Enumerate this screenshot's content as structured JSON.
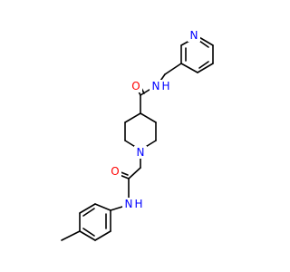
{
  "molecule": {
    "atoms": [
      {
        "id": "N_py",
        "label": "N",
        "color": "#0000ff"
      },
      {
        "id": "N_amide1",
        "label": "N",
        "color": "#0000ff"
      },
      {
        "id": "H_amide1",
        "label": "H",
        "color": "#0000ff"
      },
      {
        "id": "O_1",
        "label": "O",
        "color": "#ff0000"
      },
      {
        "id": "N_pip",
        "label": "N",
        "color": "#0000ff"
      },
      {
        "id": "O_2",
        "label": "O",
        "color": "#ff0000"
      },
      {
        "id": "N_amide2",
        "label": "N",
        "color": "#0000ff"
      },
      {
        "id": "H_amide2",
        "label": "H",
        "color": "#0000ff"
      }
    ],
    "colors": {
      "bond": "#000000",
      "nitrogen": "#0000ff",
      "oxygen": "#ff0000",
      "background": "#ffffff"
    }
  }
}
